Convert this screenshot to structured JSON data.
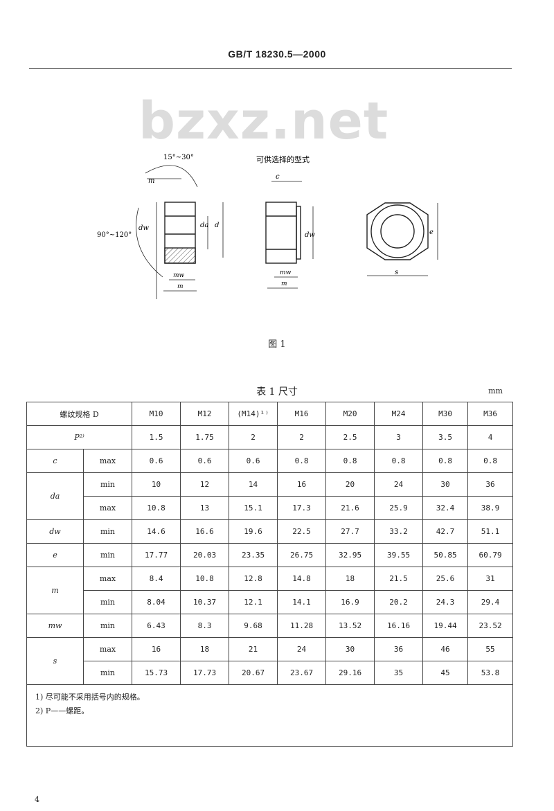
{
  "header": {
    "standard": "GB/T 18230.5—2000"
  },
  "watermark": "bzxz.net",
  "figure": {
    "optional_label": "可供选择的型式",
    "angle_top": "15°~30°",
    "angle_left": "90°~120°",
    "labels": {
      "m": "m",
      "mw": "mw",
      "dw": "dw",
      "da": "da",
      "d": "d",
      "e": "e",
      "c": "c",
      "s": "s"
    },
    "caption": "图 1"
  },
  "table": {
    "title": "表 1   尺寸",
    "unit": "mm",
    "head_label": "螺纹规格  D",
    "sizes": [
      "M10",
      "M12",
      "(M14)¹⁾",
      "M16",
      "M20",
      "M24",
      "M30",
      "M36"
    ],
    "pitch_label": "P²⁾",
    "pitch": [
      "1.5",
      "1.75",
      "2",
      "2",
      "2.5",
      "3",
      "3.5",
      "4"
    ],
    "rows": [
      {
        "sym": "c",
        "sub": "max",
        "vals": [
          "0.6",
          "0.6",
          "0.6",
          "0.8",
          "0.8",
          "0.8",
          "0.8",
          "0.8"
        ]
      },
      {
        "sym": "da",
        "sub": "min",
        "vals": [
          "10",
          "12",
          "14",
          "16",
          "20",
          "24",
          "30",
          "36"
        ]
      },
      {
        "sym": "",
        "sub": "max",
        "vals": [
          "10.8",
          "13",
          "15.1",
          "17.3",
          "21.6",
          "25.9",
          "32.4",
          "38.9"
        ]
      },
      {
        "sym": "dw",
        "sub": "min",
        "vals": [
          "14.6",
          "16.6",
          "19.6",
          "22.5",
          "27.7",
          "33.2",
          "42.7",
          "51.1"
        ]
      },
      {
        "sym": "e",
        "sub": "min",
        "vals": [
          "17.77",
          "20.03",
          "23.35",
          "26.75",
          "32.95",
          "39.55",
          "50.85",
          "60.79"
        ]
      },
      {
        "sym": "m",
        "sub": "max",
        "vals": [
          "8.4",
          "10.8",
          "12.8",
          "14.8",
          "18",
          "21.5",
          "25.6",
          "31"
        ]
      },
      {
        "sym": "",
        "sub": "min",
        "vals": [
          "8.04",
          "10.37",
          "12.1",
          "14.1",
          "16.9",
          "20.2",
          "24.3",
          "29.4"
        ]
      },
      {
        "sym": "mw",
        "sub": "min",
        "vals": [
          "6.43",
          "8.3",
          "9.68",
          "11.28",
          "13.52",
          "16.16",
          "19.44",
          "23.52"
        ]
      },
      {
        "sym": "s",
        "sub": "max",
        "vals": [
          "16",
          "18",
          "21",
          "24",
          "30",
          "36",
          "46",
          "55"
        ]
      },
      {
        "sym": "",
        "sub": "min",
        "vals": [
          "15.73",
          "17.73",
          "20.67",
          "23.67",
          "29.16",
          "35",
          "45",
          "53.8"
        ]
      }
    ],
    "notes": [
      "1) 尽可能不采用括号内的规格。",
      "2) P——螺距。"
    ]
  },
  "page_number": "4"
}
